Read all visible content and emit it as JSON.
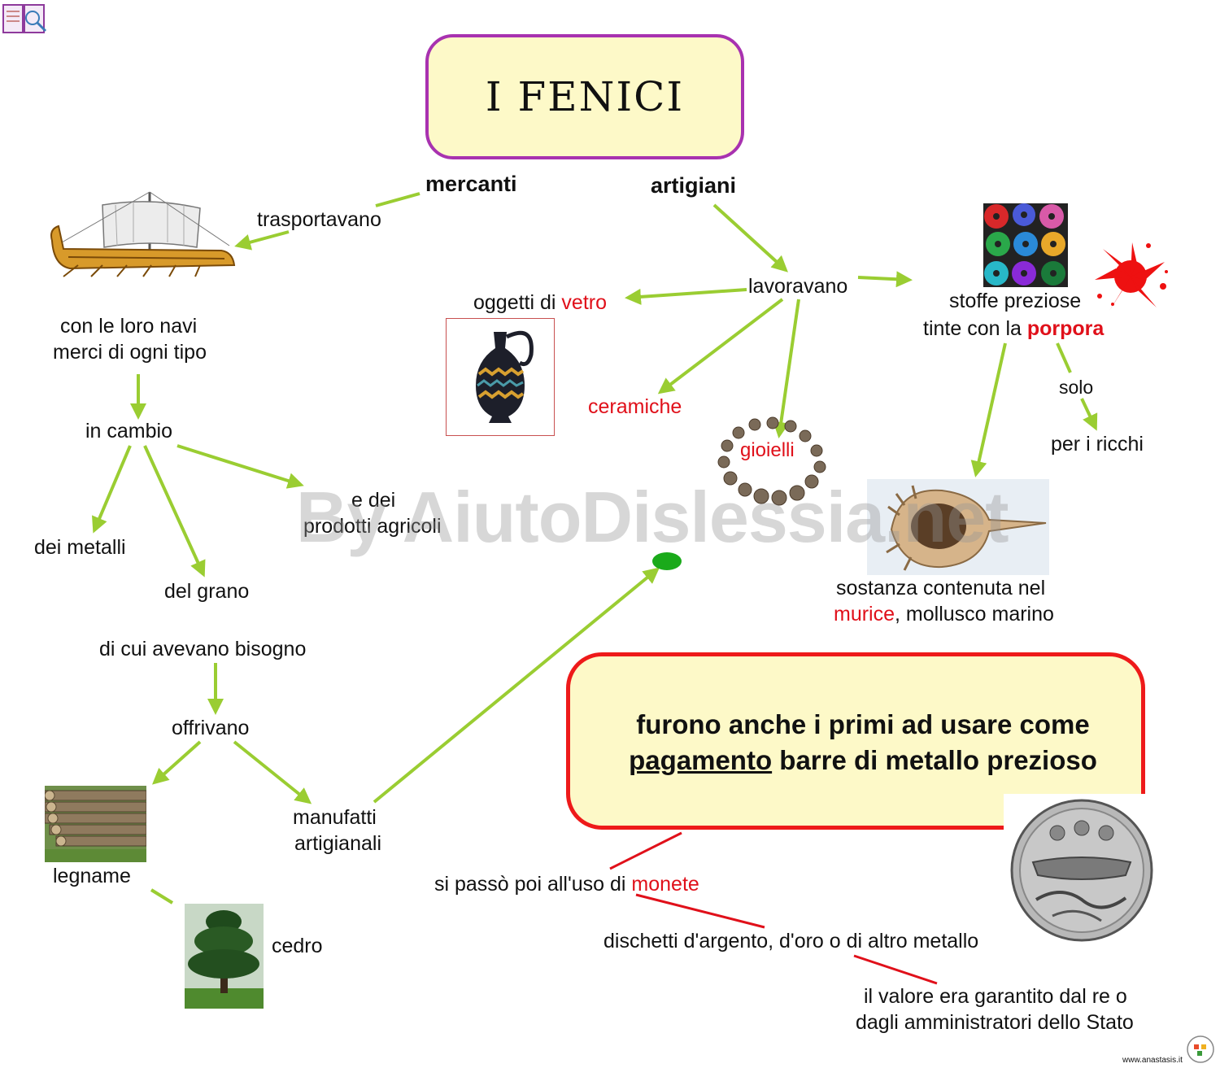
{
  "title": "I FENICI",
  "branches": {
    "left": "mercanti",
    "right": "artigiani"
  },
  "left_branch": {
    "verb": "trasportavano",
    "what_line1": "con le loro navi",
    "what_line2": "merci di ogni tipo",
    "in_exchange": "in cambio",
    "metals": "dei metalli",
    "grain": "del grano",
    "agri_line1": "e dei",
    "agri_line2": "prodotti agricoli",
    "need": "di cui avevano bisogno",
    "offered": "offrivano",
    "wood": "legname",
    "cedar": "cedro",
    "crafts_line1": "manufatti",
    "crafts_line2": "artigianali"
  },
  "right_branch": {
    "verb": "lavoravano",
    "glass_prefix": "oggetti di ",
    "glass_red": "vetro",
    "ceramics": "ceramiche",
    "jewels": "gioielli",
    "fabrics_line1": "stoffe preziose",
    "fabrics_line2_prefix": "tinte con la ",
    "fabrics_line2_red": "porpora",
    "only": "solo",
    "rich": "per i ricchi",
    "murex_line1": "sostanza contenuta nel",
    "murex_red": "murice",
    "murex_line2_suffix": ", mollusco marino"
  },
  "payment": {
    "line1": "furono anche i primi ad usare come",
    "underlined": "pagamento",
    "line2_suffix": " barre di metallo prezioso",
    "coins_prefix": "si passò poi all'uso di ",
    "coins_red": "monete",
    "disks": "dischetti d'argento, d'oro o di altro metallo",
    "value_line1": "il valore era garantito dal re o",
    "value_line2": "dagli amministratori dello Stato"
  },
  "watermark": "By AiutoDislessia.net",
  "footer": "www.anastasis.it",
  "colors": {
    "arrow": "#9acd32",
    "red_line": "#e0101a",
    "title_border": "#a832b0",
    "box_fill": "#fdf9c8",
    "red_text": "#e0101a"
  },
  "icons": [
    "book-logo-icon",
    "ship-icon",
    "vase-icon",
    "fabric-rolls-icon",
    "paint-splash-icon",
    "necklace-icon",
    "shell-icon",
    "logs-icon",
    "cedar-tree-icon",
    "coin-icon",
    "supermappe-badge-icon"
  ]
}
